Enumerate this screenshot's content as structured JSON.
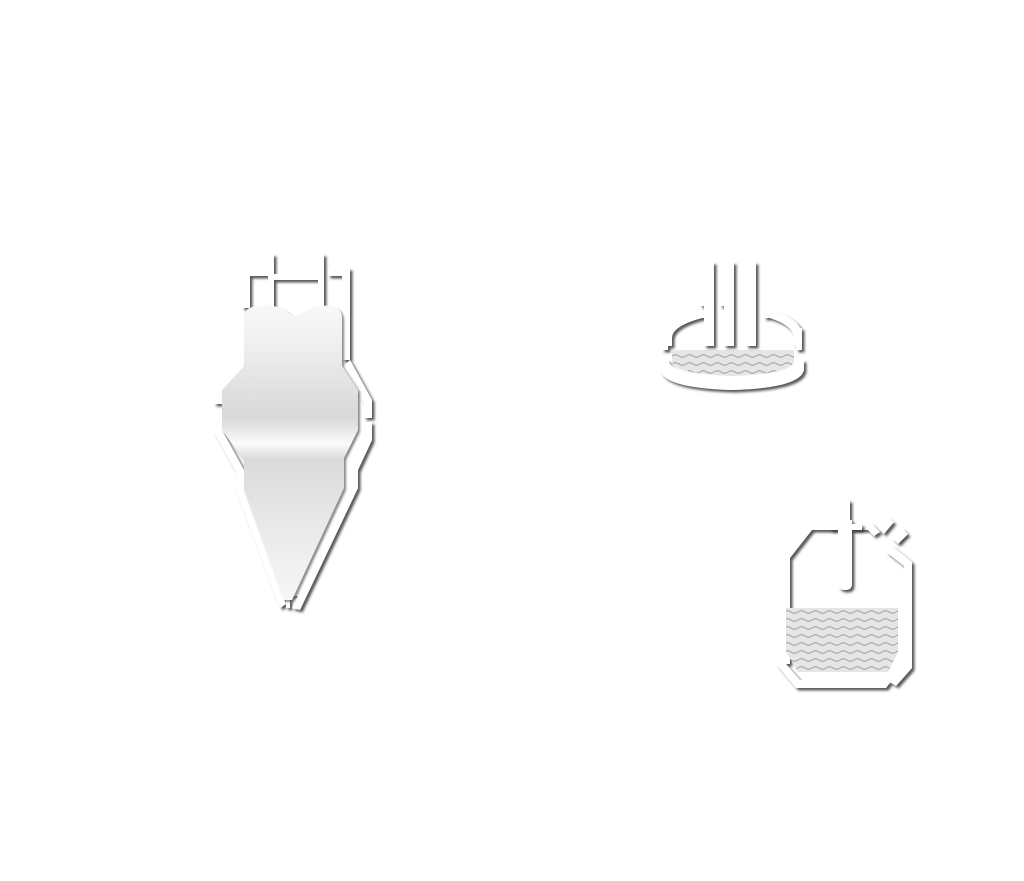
{
  "diagram": {
    "background": "#ffffff",
    "style": "embossed-white",
    "colors": {
      "body_fill": "#ffffff",
      "shadow": "#3a3a3a",
      "gradient_light": "#f7f7f7",
      "gradient_mid": "#d6d6d6",
      "gradient_band": "#fbfbfb",
      "liquid_fill": "#e6e6e6",
      "liquid_wave": "#9a9a9a"
    },
    "equipment": [
      {
        "id": "cyclone-vessel",
        "type": "cyclone / hopper vessel",
        "inlet_pipes": 2,
        "outlet_pipes": 1,
        "side_nozzles": 2
      },
      {
        "id": "electrolytic-cell",
        "type": "open tank with electrodes",
        "electrodes": 3,
        "liquid_level": 0.35
      },
      {
        "id": "reactor-tank",
        "type": "closed tank with dip pipe",
        "dip_pipes": 1,
        "vent_nozzles": 1,
        "liquid_level": 0.5
      }
    ]
  }
}
